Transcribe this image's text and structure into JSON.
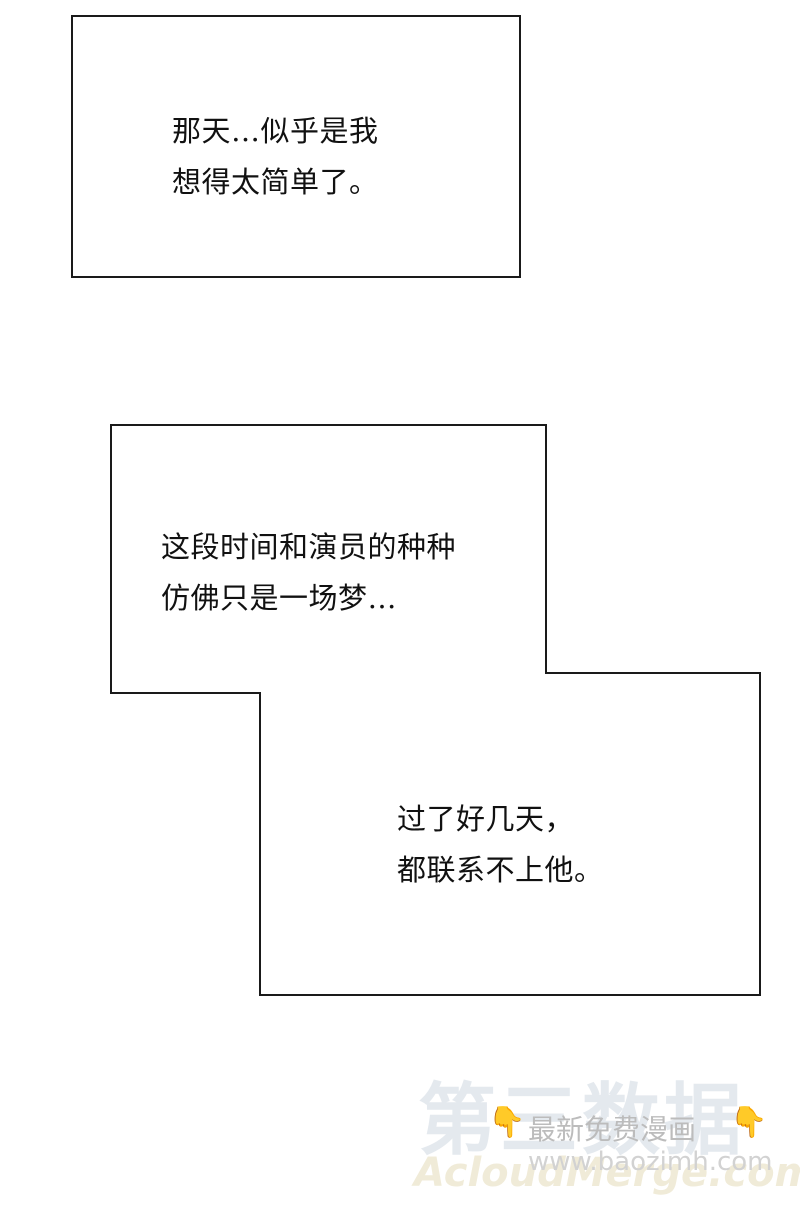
{
  "panels": [
    {
      "lines": [
        "那天…似乎是我",
        "想得太简单了。"
      ]
    },
    {
      "lines": [
        "这段时间和演员的种种",
        "仿佛只是一场梦…"
      ]
    },
    {
      "lines": [
        "过了好几天，",
        "都联系不上他。"
      ]
    }
  ],
  "watermark": {
    "big_text": "第三数据",
    "subtitle": "最新免费漫画",
    "url": "www.baozimh.com",
    "brand": "AcloudMerge.com",
    "hand_icon": "pointing-hand-icon"
  }
}
